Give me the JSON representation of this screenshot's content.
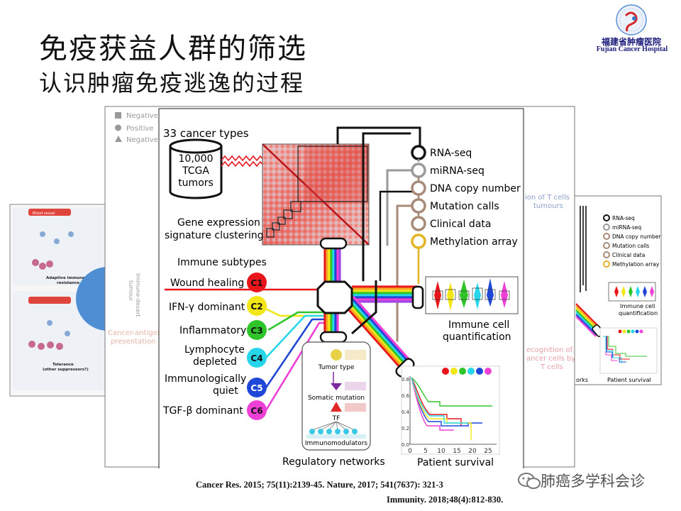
{
  "slide": {
    "title": "免疫获益人群的筛选",
    "subtitle": "认识肿瘤免疫逃逸的过程",
    "logo_cn": "福建省肿瘤医院",
    "logo_en": "Fujian Cancer Hospital",
    "citation_line1": "Cancer Res. 2015; 75(11):2139-45.    Nature, 2017; 541(7637): 321-3",
    "citation_line2": "Immunity. 2018;48(4):812-830.",
    "watermark": "肺癌多学科会诊"
  },
  "main": {
    "cancer_types": "33 cancer types",
    "tumor_count": "10,000",
    "tumor_source": "TCGA",
    "tumor_word": "tumors",
    "gene_expr_1": "Gene expression",
    "gene_expr_2": "signature clustering",
    "immune_subtypes": "Immune subtypes",
    "subtypes": [
      {
        "label": "Wound healing",
        "code": "C1",
        "color": "#e8161b"
      },
      {
        "label": "IFN-γ dominant",
        "code": "C2",
        "color": "#f2e617"
      },
      {
        "label": "Inflammatory",
        "code": "C3",
        "color": "#2fc52a"
      },
      {
        "label": "Lymphocyte",
        "label2": "depleted",
        "code": "C4",
        "color": "#27d6e8"
      },
      {
        "label": "Immunologically",
        "label2": "quiet",
        "code": "C5",
        "color": "#1f47d8"
      },
      {
        "label": "TGF-β dominant",
        "code": "C6",
        "color": "#ee3fd7"
      }
    ],
    "data_types": [
      {
        "label": "RNA-seq",
        "color": "#111111"
      },
      {
        "label": "miRNA-seq",
        "color": "#9a9a9a"
      },
      {
        "label": "DNA copy number",
        "color": "#a88a78"
      },
      {
        "label": "Mutation calls",
        "color": "#a88a78"
      },
      {
        "label": "Clinical data",
        "color": "#a88a78"
      },
      {
        "label": "Methylation array",
        "color": "#e3b423"
      }
    ],
    "immune_cell_1": "Immune cell",
    "immune_cell_2": "quantification",
    "regulatory_networks": "Regulatory networks",
    "patient_survival": "Patient survival",
    "tumor_type": "Tumor type",
    "somatic_mutation": "Somatic mutation",
    "tf": "TF",
    "immunomodulators": "Immunomodulators",
    "km_ticks": [
      "0",
      "5",
      "10",
      "15",
      "20",
      "25"
    ],
    "km_yticks": [
      "0.0",
      "0.2",
      "0.4",
      "0.6",
      "0.8"
    ]
  },
  "left_panel": {
    "legend": [
      "Negative",
      "Positive",
      "Negative"
    ],
    "blood_vessel": "Blood vessel",
    "adaptive_1": "Adaptive immune",
    "adaptive_2": "resistance",
    "tolerance_1": "Tolerance",
    "tolerance_2": "(other suppressors?)",
    "desert_1": "Immune-desert",
    "desert_2": "tumour",
    "antigen_1": "Cancer-antigen",
    "antigen_2": "presentation"
  },
  "right_panel": {
    "frag_1": "ion of T cells",
    "frag_2": "tumours",
    "frag_3": "ecognition of",
    "frag_4": "ancer cells by",
    "frag_5": "T cells",
    "data_types": [
      "RNA-seq",
      "miRNA-seq",
      "DNA copy number",
      "Mutation calls",
      "Clinical data",
      "Methylation array"
    ],
    "immune_cell_1": "Immune cell",
    "immune_cell_2": "quantification",
    "patient_survival": "Patient survival",
    "networks_frag": "orks"
  }
}
